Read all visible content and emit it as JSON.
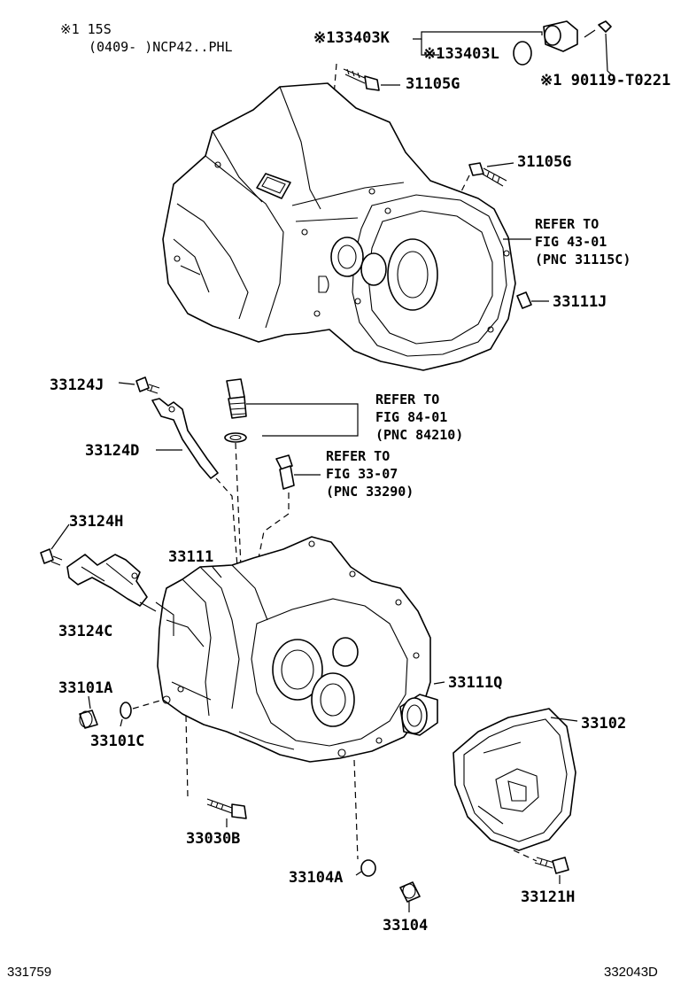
{
  "header_note": {
    "line1": "※1 15S",
    "line2": "(0409-    )NCP42..PHL"
  },
  "labels": {
    "p33403K": "※133403K",
    "p33403L": "※133403L",
    "p90119": "※1 90119-T0221",
    "p31105G_top": "31105G",
    "p31105G_mid": "31105G",
    "p33111J": "33111J",
    "p33124J": "33124J",
    "p33124D": "33124D",
    "p33124H": "33124H",
    "p33124C": "33124C",
    "p33111": "33111",
    "p33101A": "33101A",
    "p33101C": "33101C",
    "p33111Q": "33111Q",
    "p33102": "33102",
    "p33030B": "33030B",
    "p33104A": "33104A",
    "p33104": "33104",
    "p33121H": "33121H"
  },
  "refs": {
    "ref1": {
      "l1": "REFER TO",
      "l2": "FIG 43-01",
      "l3": "(PNC 31115C)"
    },
    "ref2": {
      "l1": "REFER TO",
      "l2": "FIG 84-01",
      "l3": "(PNC 84210)"
    },
    "ref3": {
      "l1": "REFER TO",
      "l2": "FIG 33-07",
      "l3": "(PNC 33290)"
    }
  },
  "footer": {
    "left": "331759",
    "right": "332043D"
  }
}
